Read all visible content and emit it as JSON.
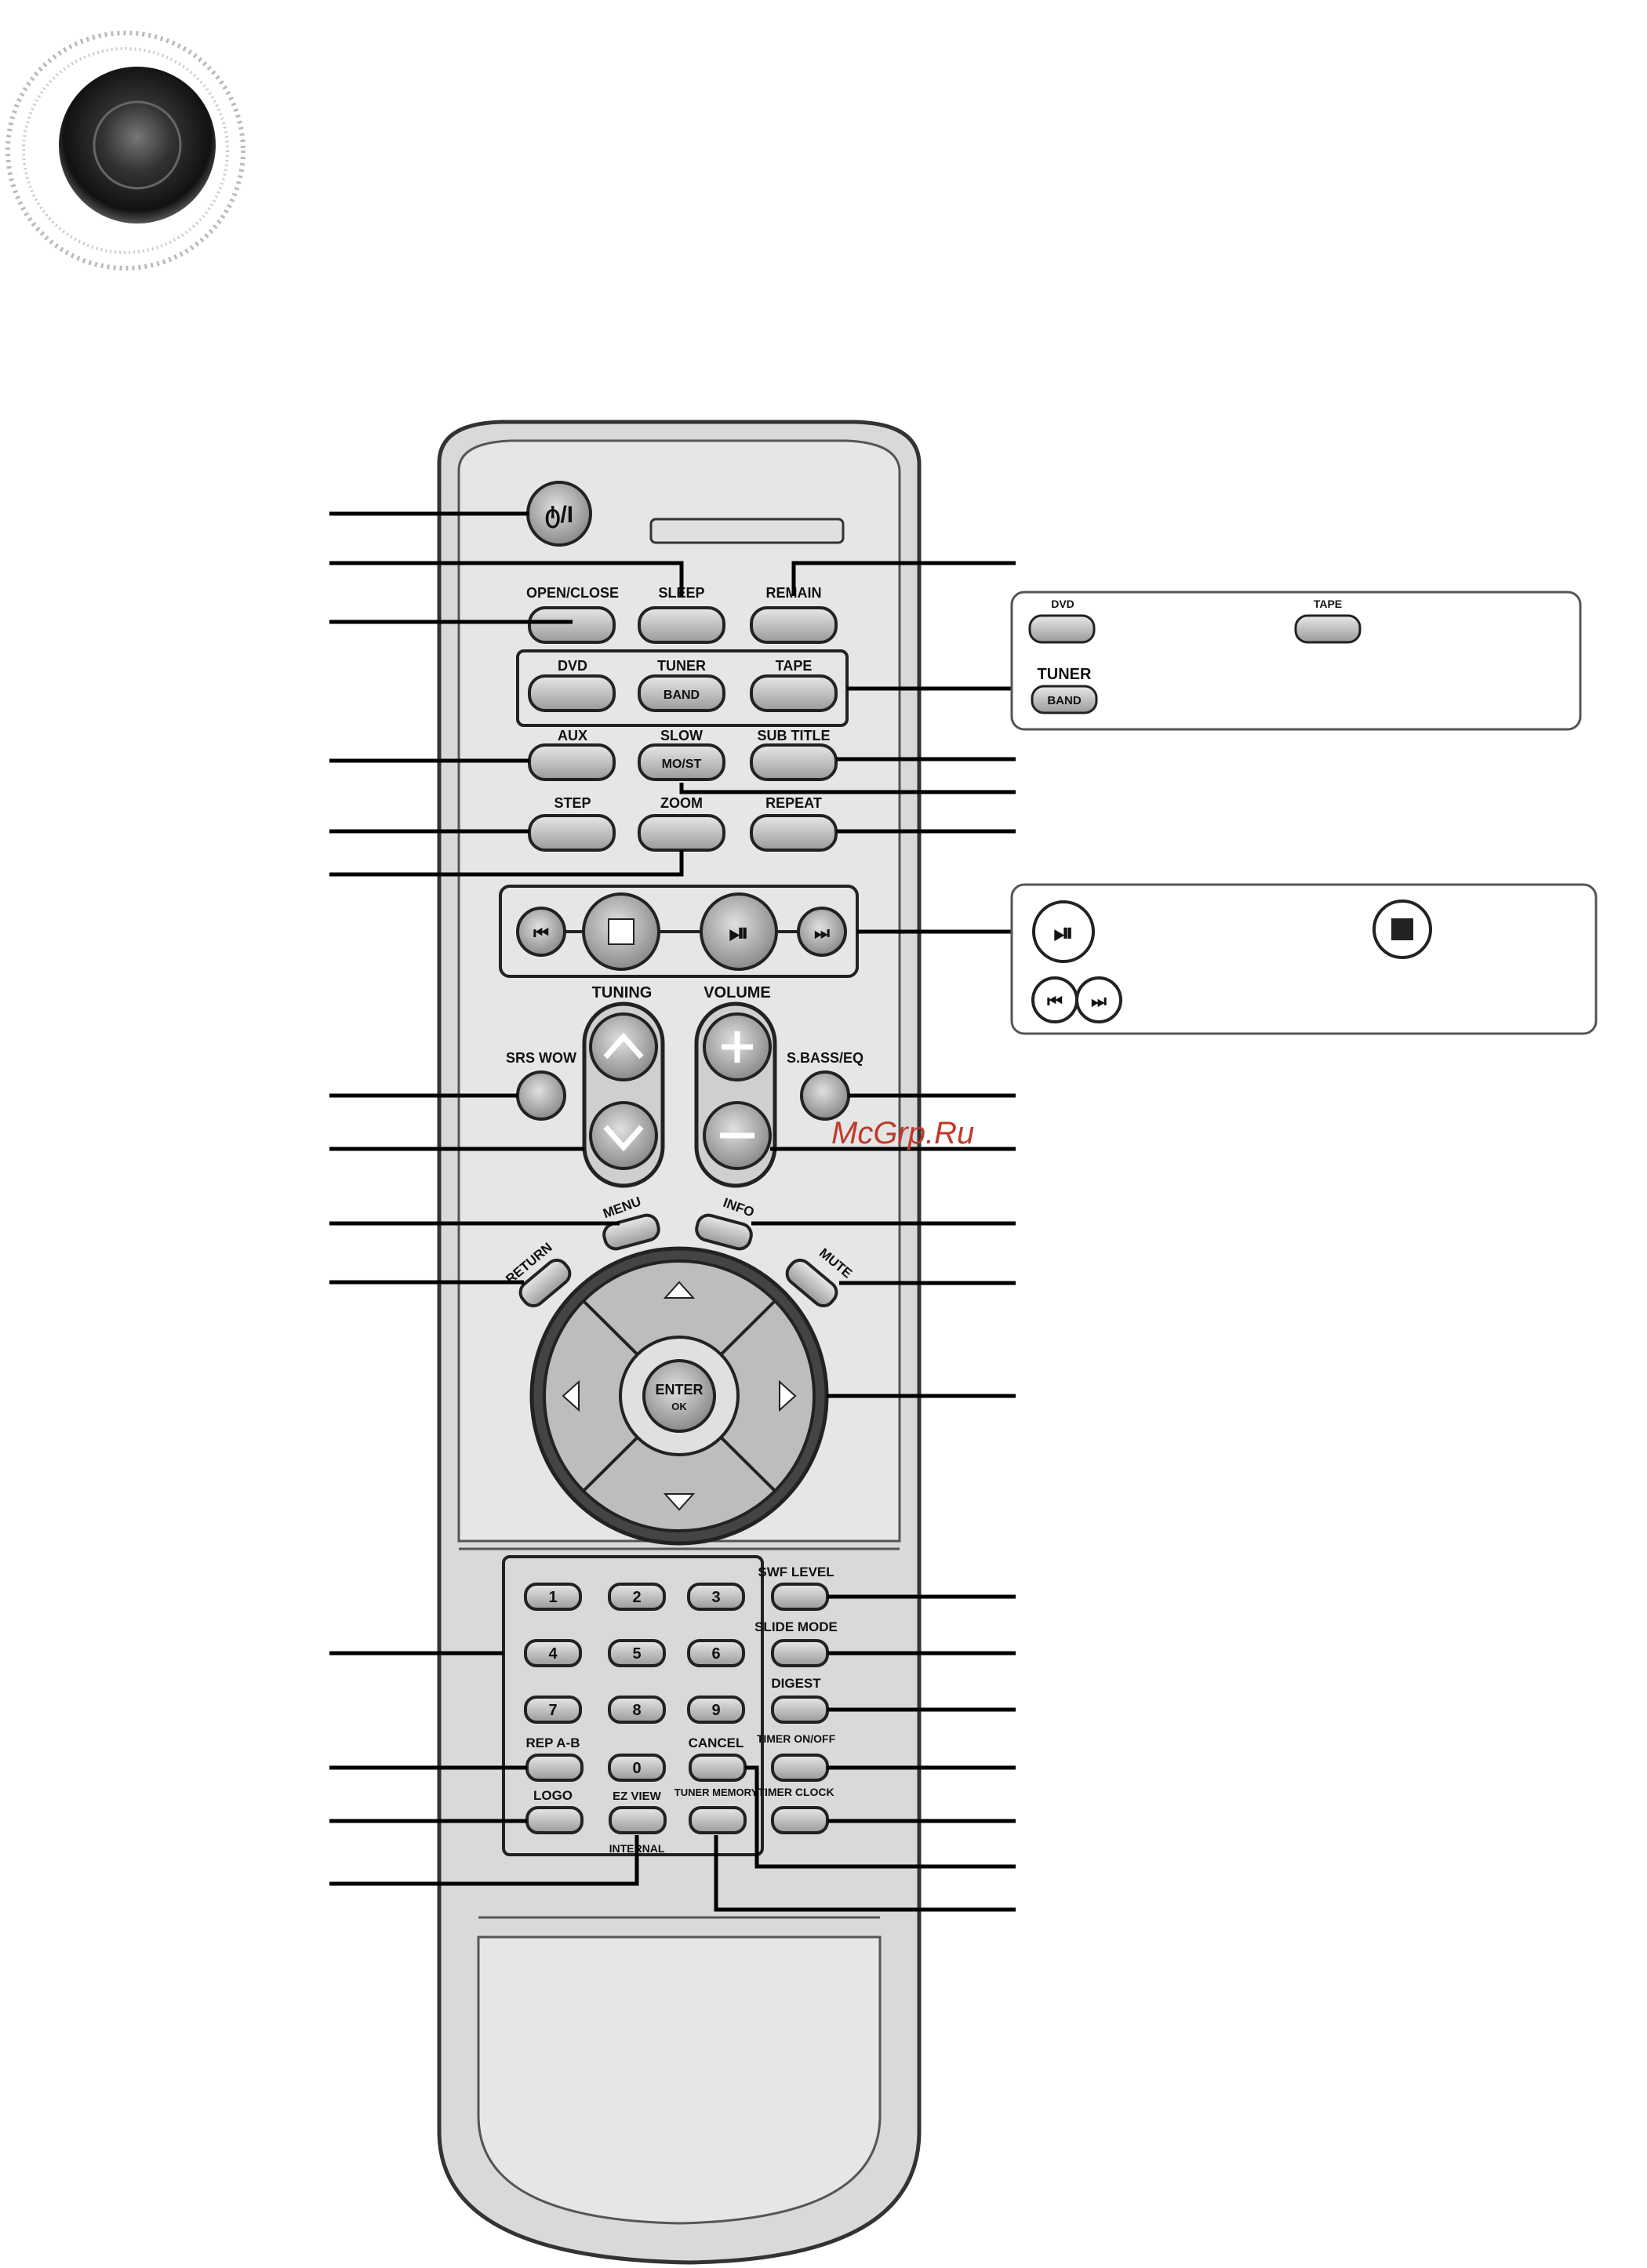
{
  "watermark": "McGrp.Ru",
  "remote": {
    "power_label": "ტ/I",
    "sleep": "SLEEP",
    "remain": "REMAIN",
    "open_close": "OPEN/CLOSE",
    "dvd": "DVD",
    "tuner": "TUNER",
    "band": "BAND",
    "tape": "TAPE",
    "aux": "AUX",
    "slow": "SLOW",
    "mo_st": "MO/ST",
    "sub_title": "SUB TITLE",
    "step": "STEP",
    "zoom": "ZOOM",
    "repeat": "REPEAT",
    "tuning": "TUNING",
    "volume": "VOLUME",
    "srs_wow": "SRS WOW",
    "sub_seq": "S.BASS/EQ",
    "menu": "MENU",
    "info": "INFO",
    "return": "RETURN",
    "mute": "MUTE",
    "enter": "ENTER",
    "enter_sub": "OK",
    "swf_level": "SWF LEVEL",
    "slide_mode": "SLIDE MODE",
    "digest": "DIGEST",
    "timer_onoff": "TIMER ON/OFF",
    "timer_clock": "TIMER CLOCK",
    "rep_ab": "REP A-B",
    "logo": "LOGO",
    "ep_mode": "EZ VIEW",
    "internal": "INTERNAL",
    "cancel": "CANCEL",
    "tuner_memory": "TUNER MEMORY",
    "digits": [
      "1",
      "2",
      "3",
      "4",
      "5",
      "6",
      "7",
      "8",
      "9",
      "0"
    ]
  },
  "callouts": {
    "mode_box": {
      "dvd": "DVD",
      "tape": "TAPE",
      "tuner": "TUNER",
      "band": "BAND"
    }
  }
}
